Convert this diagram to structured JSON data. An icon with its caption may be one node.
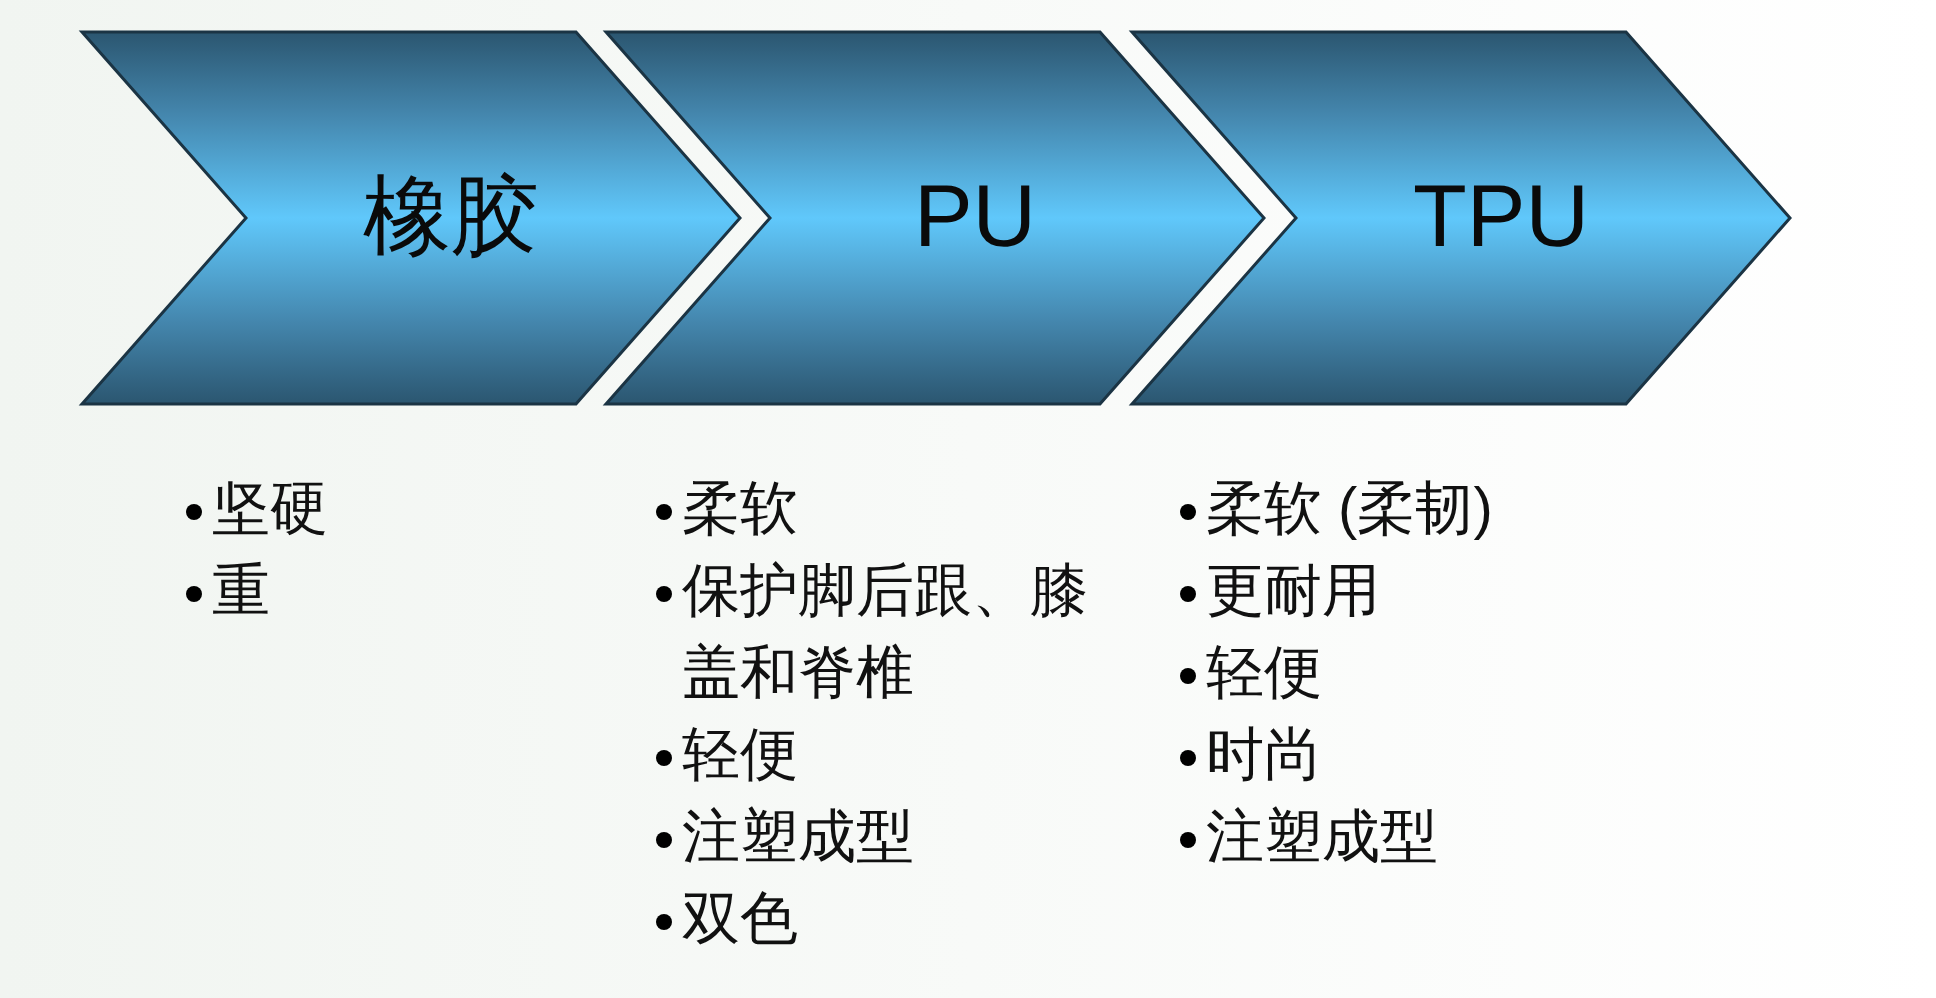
{
  "diagram": {
    "nodes": [
      {
        "text": [
          "橡胶"
        ],
        "beside": [
          "坚硬",
          "重"
        ]
      },
      {
        "text": [
          "PU"
        ],
        "beside": [
          "柔软",
          "保护脚后跟、膝盖和脊椎",
          "轻便",
          "注塑成型",
          "双色"
        ]
      },
      {
        "text": [
          "TPU"
        ],
        "beside": [
          "柔软 (柔韧)",
          "更耐用",
          "轻便",
          "时尚",
          "注塑成型"
        ]
      }
    ]
  }
}
